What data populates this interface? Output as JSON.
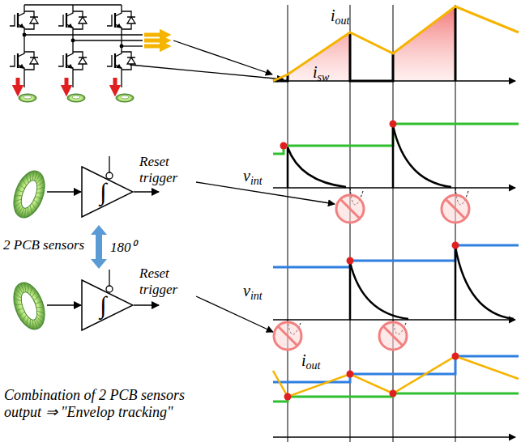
{
  "diagram": {
    "nodes": [
      {
        "text": [
          "∫"
        ]
      },
      {
        "text": [
          "∫"
        ]
      }
    ],
    "labels": [
      "iout",
      "isw",
      "Reset trigger",
      "vint",
      "2 PCB sensors",
      "180⁰",
      "Reset trigger",
      "vint",
      "iout",
      "Combination of 2 PCB sensors output ⇒ \"Envelop tracking\""
    ]
  }
}
